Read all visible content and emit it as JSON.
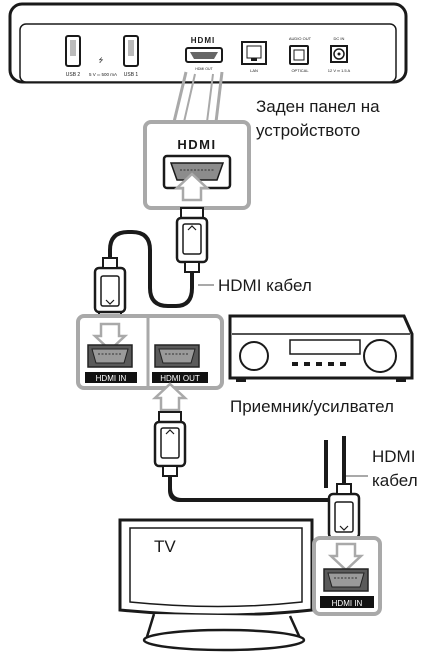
{
  "device": {
    "ports": {
      "usb2": "USB 2",
      "usb_power": "5 V ═ 500 mA",
      "usb1": "USB 1",
      "hdmi_logo": "HDMI",
      "hdmi_sub": "HDMI OUT",
      "lan": "LAN",
      "audio_out": "AUDIO OUT",
      "optical": "OPTICAL",
      "dc_in": "DC IN",
      "dc_rating": "12 V ═ 1.5 A"
    }
  },
  "labels": {
    "rear_panel_line1": "Заден панел на",
    "rear_panel_line2": "устройството",
    "zoom_hdmi_logo": "HDMI",
    "cable1": "HDMI кабел",
    "receiver": "Приемник/усилвател",
    "hdmi_in": "HDMI IN",
    "hdmi_out": "HDMI OUT",
    "cable2_line1": "HDMI",
    "cable2_line2": "кабел",
    "tv": "TV",
    "tv_hdmi_in": "HDMI IN"
  },
  "colors": {
    "frame_gray": "#a9a9a9",
    "line": "#1a1a1a",
    "port_fill": "#8c8c8c",
    "label_bg": "#111111"
  }
}
